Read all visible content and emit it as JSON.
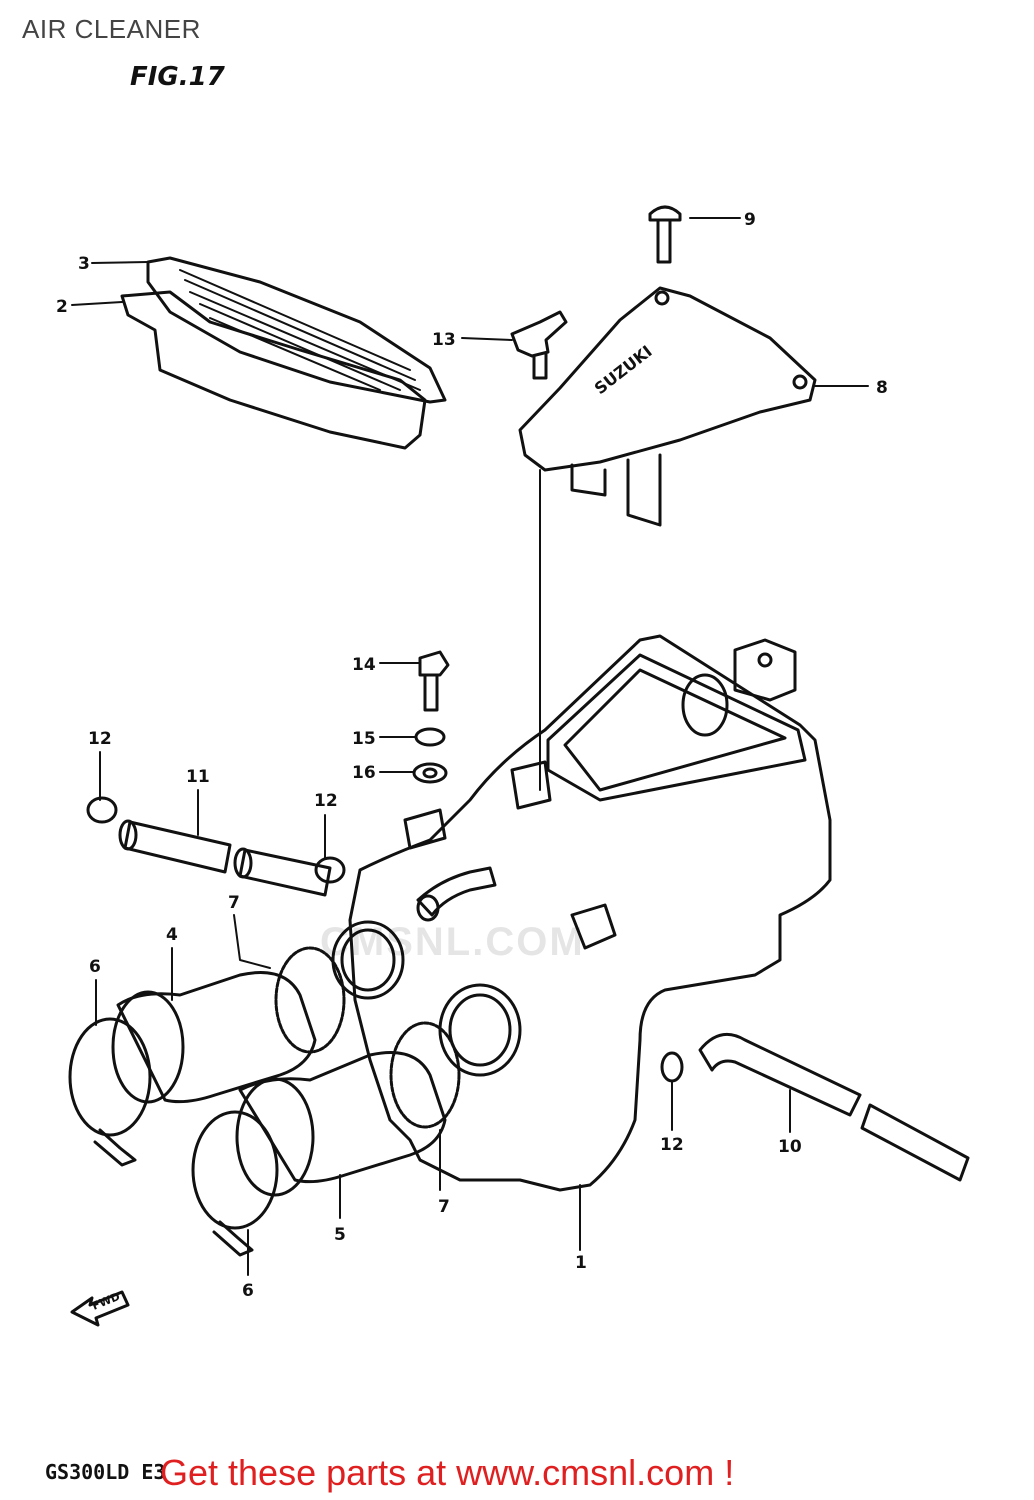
{
  "header": {
    "title": "AIR CLEANER",
    "figure": "FIG.17"
  },
  "callouts": [
    {
      "id": "c1",
      "label": "1"
    },
    {
      "id": "c2",
      "label": "2"
    },
    {
      "id": "c3",
      "label": "3"
    },
    {
      "id": "c4",
      "label": "4"
    },
    {
      "id": "c5",
      "label": "5"
    },
    {
      "id": "c6a",
      "label": "6"
    },
    {
      "id": "c6b",
      "label": "6"
    },
    {
      "id": "c7a",
      "label": "7"
    },
    {
      "id": "c7b",
      "label": "7"
    },
    {
      "id": "c8",
      "label": "8"
    },
    {
      "id": "c9",
      "label": "9"
    },
    {
      "id": "c10",
      "label": "10"
    },
    {
      "id": "c11",
      "label": "11"
    },
    {
      "id": "c12a",
      "label": "12"
    },
    {
      "id": "c12b",
      "label": "12"
    },
    {
      "id": "c12c",
      "label": "12"
    },
    {
      "id": "c13",
      "label": "13"
    },
    {
      "id": "c14",
      "label": "14"
    },
    {
      "id": "c15",
      "label": "15"
    },
    {
      "id": "c16",
      "label": "16"
    }
  ],
  "cover_text": "SUZUKI",
  "watermark_text": "CMSNL.COM",
  "fwd_label": "FWD",
  "footer": {
    "model_code": "GS300LD E3",
    "promo": "Get these parts at www.cmsnl.com !"
  },
  "colors": {
    "line": "#111111",
    "promo": "#e02020",
    "watermark": "#cccccc"
  }
}
